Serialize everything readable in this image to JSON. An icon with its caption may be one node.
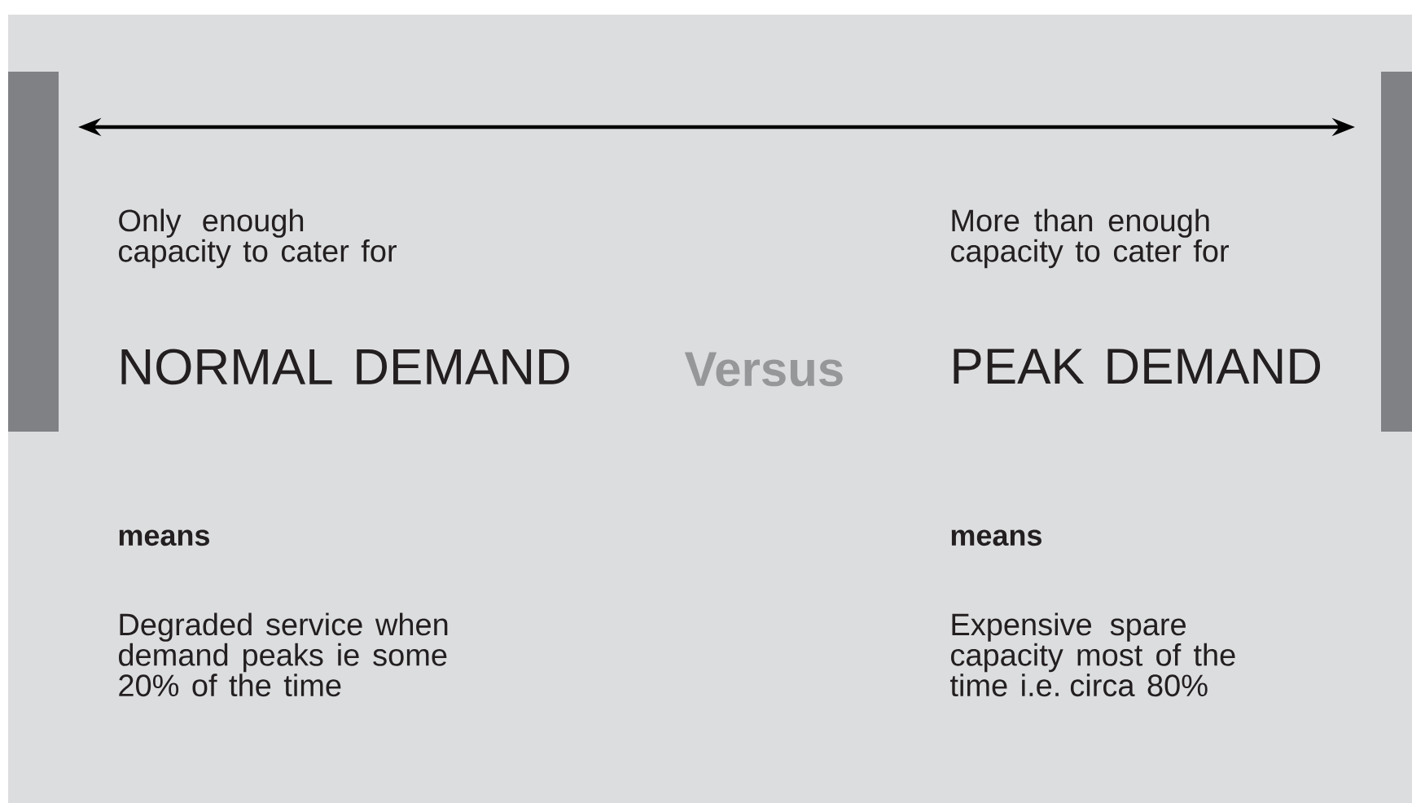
{
  "diagram": {
    "labels": [
      "Only enough capacity to cater for",
      "More than enough capacity to cater for",
      "NORMAL DEMAND",
      "Versus",
      "PEAK DEMAND",
      "means",
      "means",
      "Degraded service when demand peaks ie some 20% of the time",
      "Expensive spare capacity most of the time i.e. circa 80%"
    ]
  }
}
